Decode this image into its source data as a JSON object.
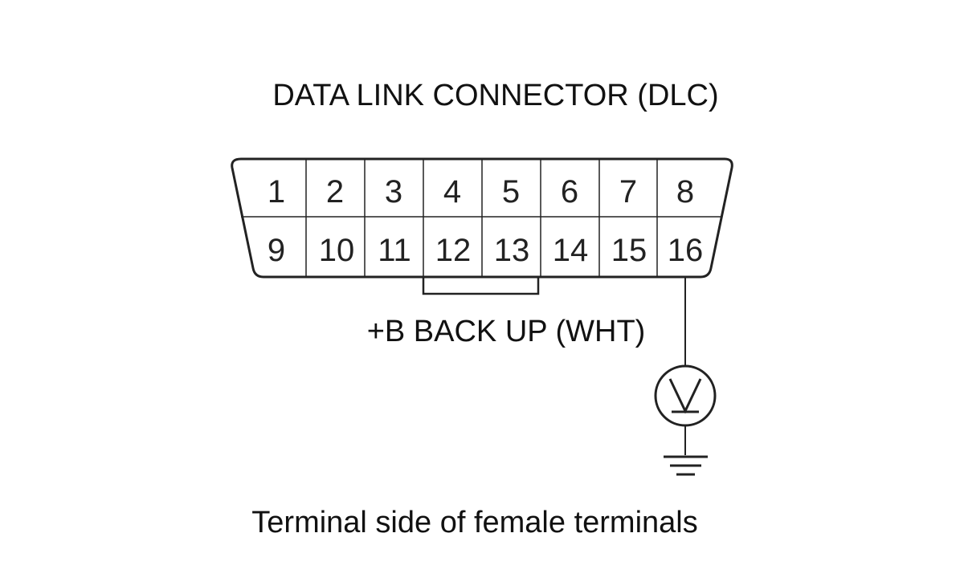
{
  "diagram": {
    "title": "DATA LINK CONNECTOR (DLC)",
    "connector": {
      "top_row": [
        "1",
        "2",
        "3",
        "4",
        "5",
        "6",
        "7",
        "8"
      ],
      "bottom_row": [
        "9",
        "10",
        "11",
        "12",
        "13",
        "14",
        "15",
        "16"
      ]
    },
    "wire_label": "+B BACK UP (WHT)",
    "meter_symbol": "V",
    "caption": "Terminal side of female terminals",
    "colors": {
      "line": "#222222",
      "text": "#111111",
      "background": "#ffffff"
    }
  }
}
